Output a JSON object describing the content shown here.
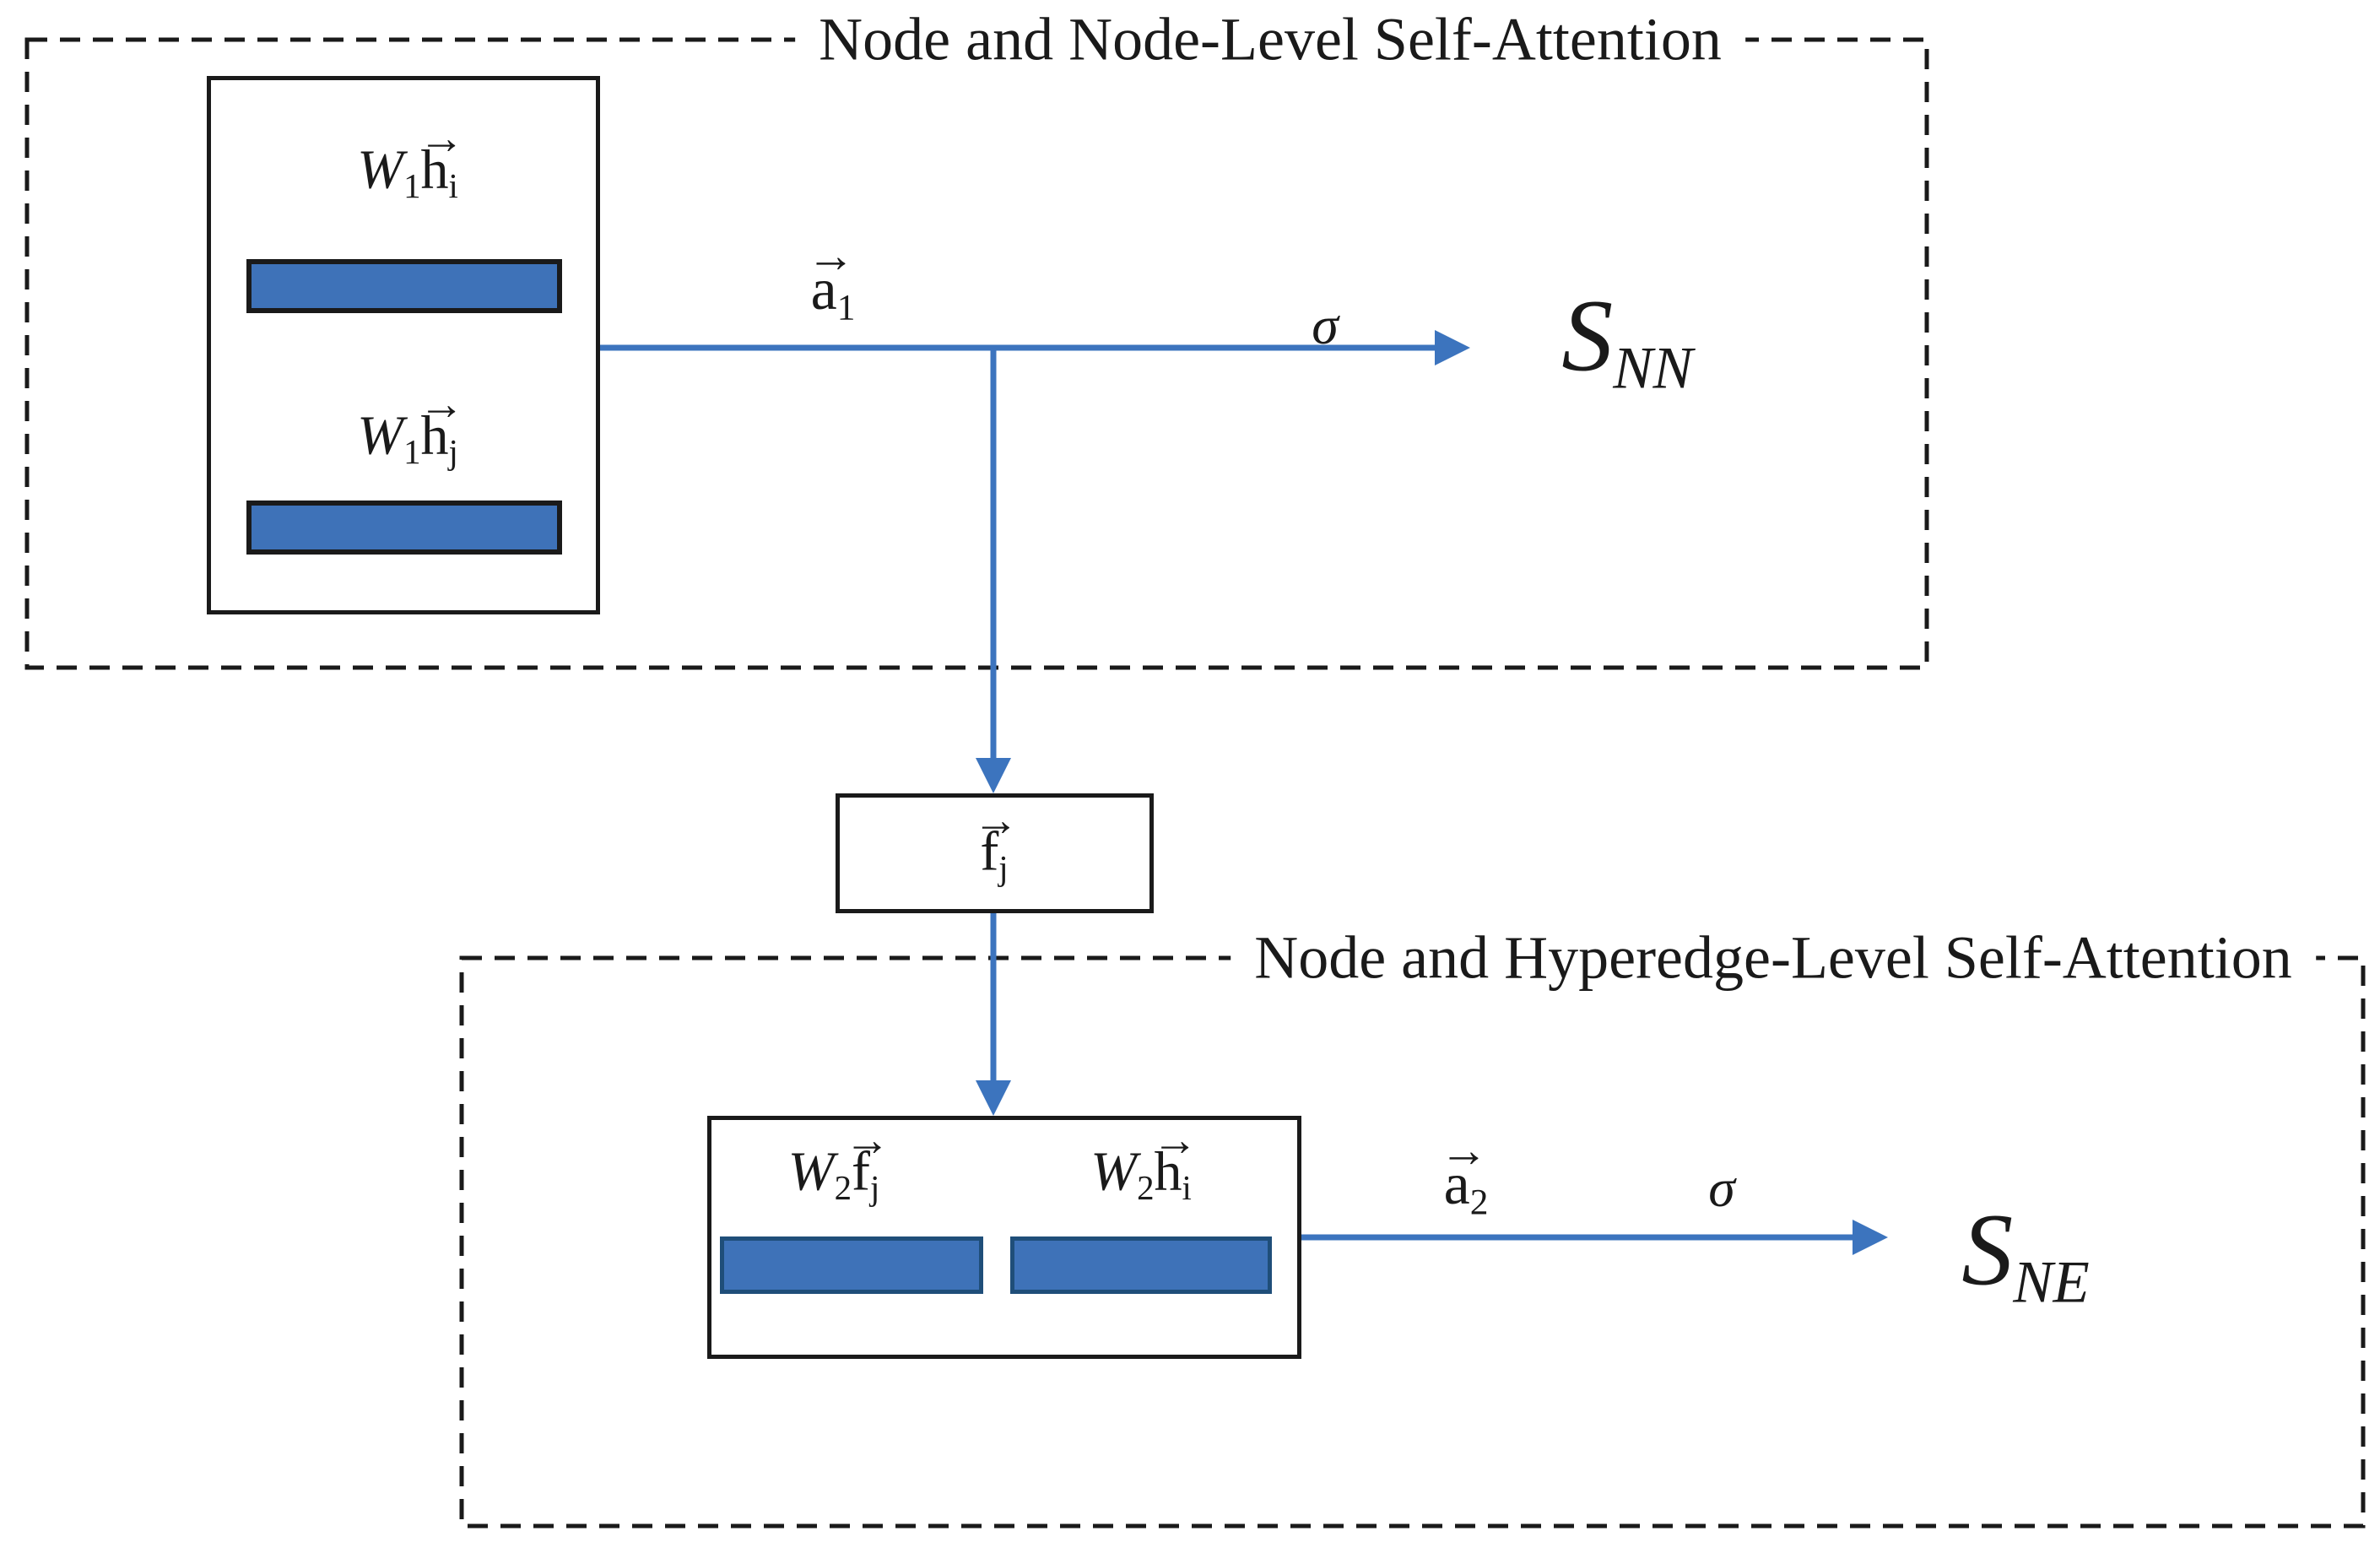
{
  "colors": {
    "ink": "#1a1a1a",
    "blue_fill": "#3E72B8",
    "blue_border": "#1F4E79",
    "line_blue": "#3C74BE",
    "paper": "#ffffff"
  },
  "section_nn": {
    "title": "Node and Node-Level Self-Attention",
    "input_box": {
      "row1": {
        "W": "W",
        "W_sub": "1",
        "var": "h",
        "var_sub": "i",
        "vec_arrow": "→"
      },
      "row2": {
        "W": "W",
        "W_sub": "1",
        "var": "h",
        "var_sub": "j",
        "vec_arrow": "→"
      }
    },
    "attention_vector": {
      "base": "a",
      "sub": "1",
      "vec_arrow": "→"
    },
    "sigma": "σ",
    "output_score": {
      "base": "S",
      "sub": "NN"
    }
  },
  "hyperedge_feature_box": {
    "var": "f",
    "var_sub": "j",
    "vec_arrow": "→"
  },
  "section_ne": {
    "title": "Node and Hyperedge-Level Self-Attention",
    "concat_box": {
      "left": {
        "W": "W",
        "W_sub": "2",
        "var": "f",
        "var_sub": "j",
        "vec_arrow": "→"
      },
      "right": {
        "W": "W",
        "W_sub": "2",
        "var": "h",
        "var_sub": "i",
        "vec_arrow": "→"
      }
    },
    "attention_vector": {
      "base": "a",
      "sub": "2",
      "vec_arrow": "→"
    },
    "sigma": "σ",
    "output_score": {
      "base": "S",
      "sub": "NE"
    }
  }
}
